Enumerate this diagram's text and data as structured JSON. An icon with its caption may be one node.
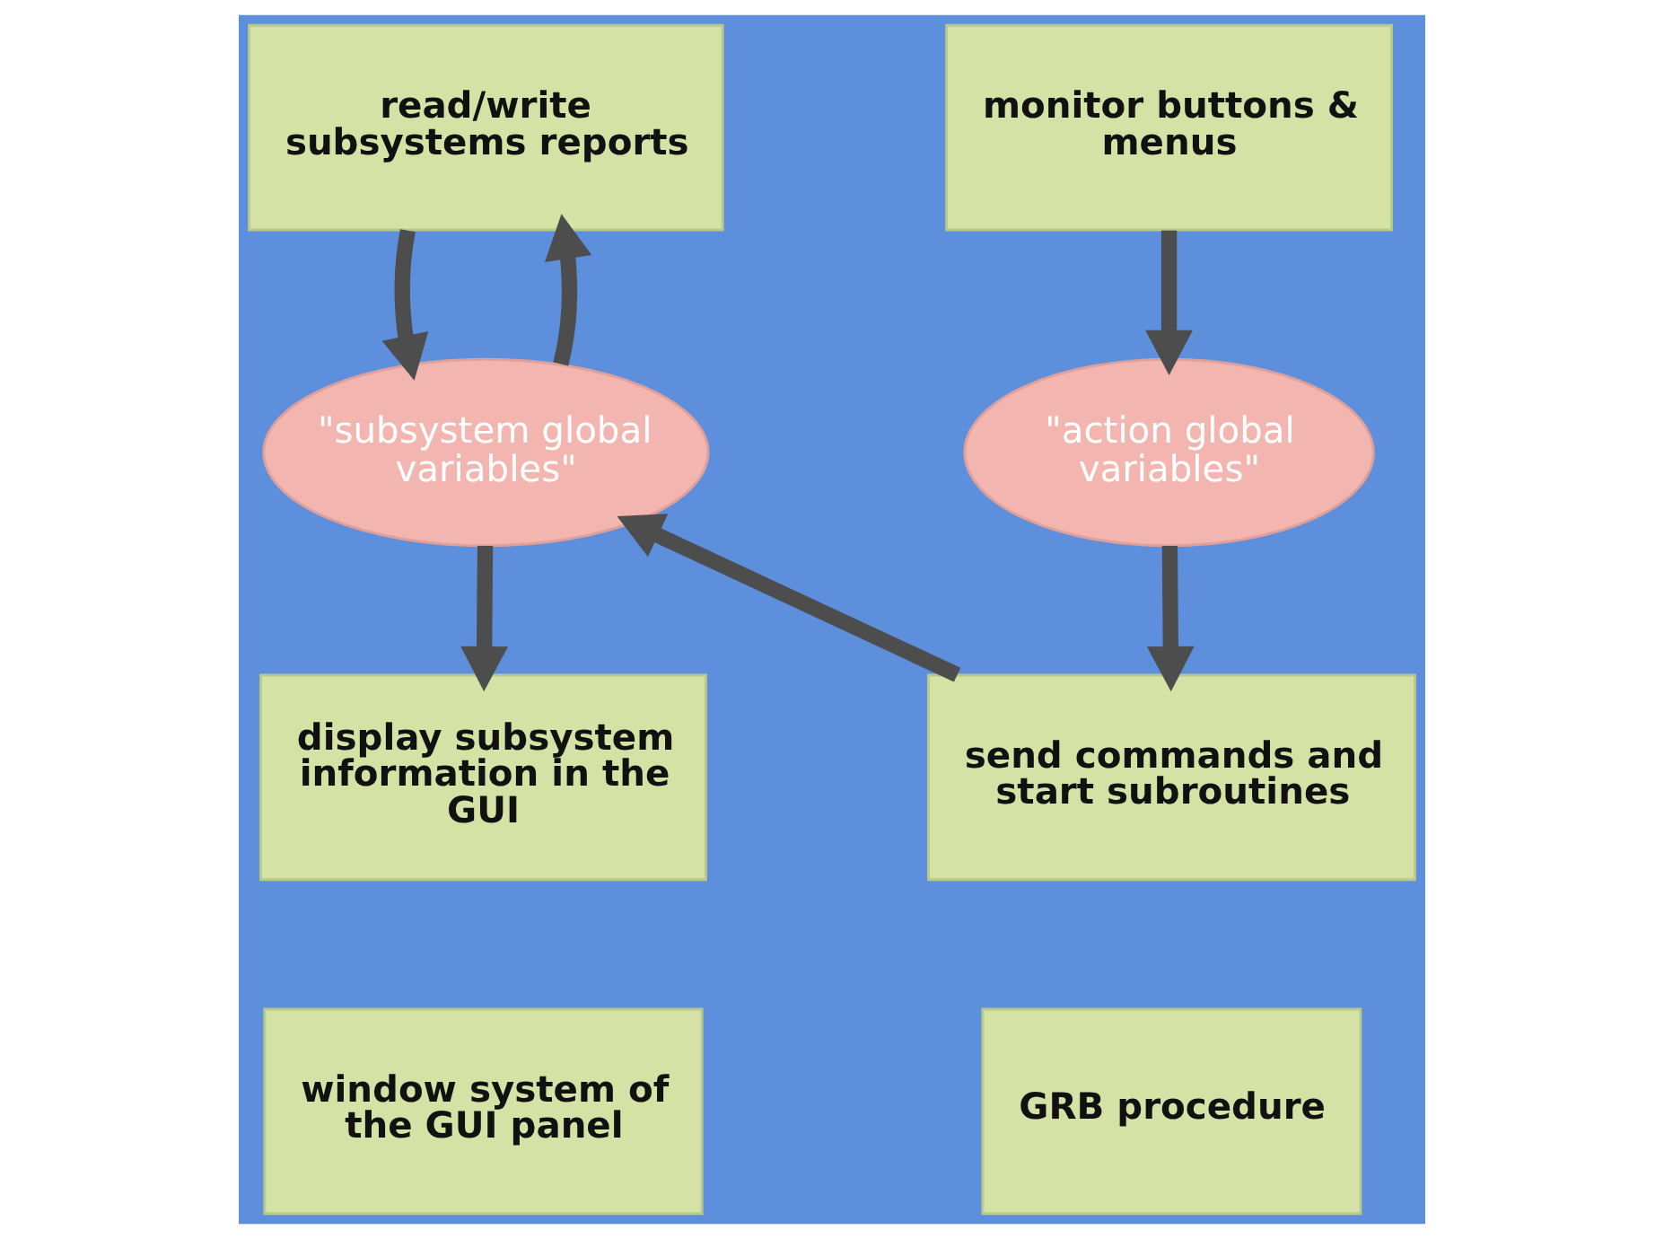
{
  "diagram": {
    "nodes": [
      {
        "text": [
          "read/write subsystems reports"
        ]
      },
      {
        "text": [
          "\"subsystem global variables\""
        ]
      },
      {
        "text": [
          "display subsystem information in the GUI"
        ]
      },
      {
        "text": [
          "window system of the GUI panel"
        ]
      },
      {
        "text": [
          "monitor buttons & menus"
        ]
      },
      {
        "text": [
          "\"action global variables\""
        ]
      },
      {
        "text": [
          "send commands and start subroutines"
        ]
      },
      {
        "text": [
          "GRB procedure"
        ]
      }
    ],
    "edges": [
      {
        "from": 0,
        "to": 1,
        "arrow": "to"
      },
      {
        "from": 1,
        "to": 0,
        "arrow": "to"
      },
      {
        "from": 1,
        "to": 2,
        "arrow": "to"
      },
      {
        "from": 4,
        "to": 5,
        "arrow": "to"
      },
      {
        "from": 5,
        "to": 6,
        "arrow": "to"
      },
      {
        "from": 6,
        "to": 1,
        "arrow": "to"
      }
    ]
  }
}
